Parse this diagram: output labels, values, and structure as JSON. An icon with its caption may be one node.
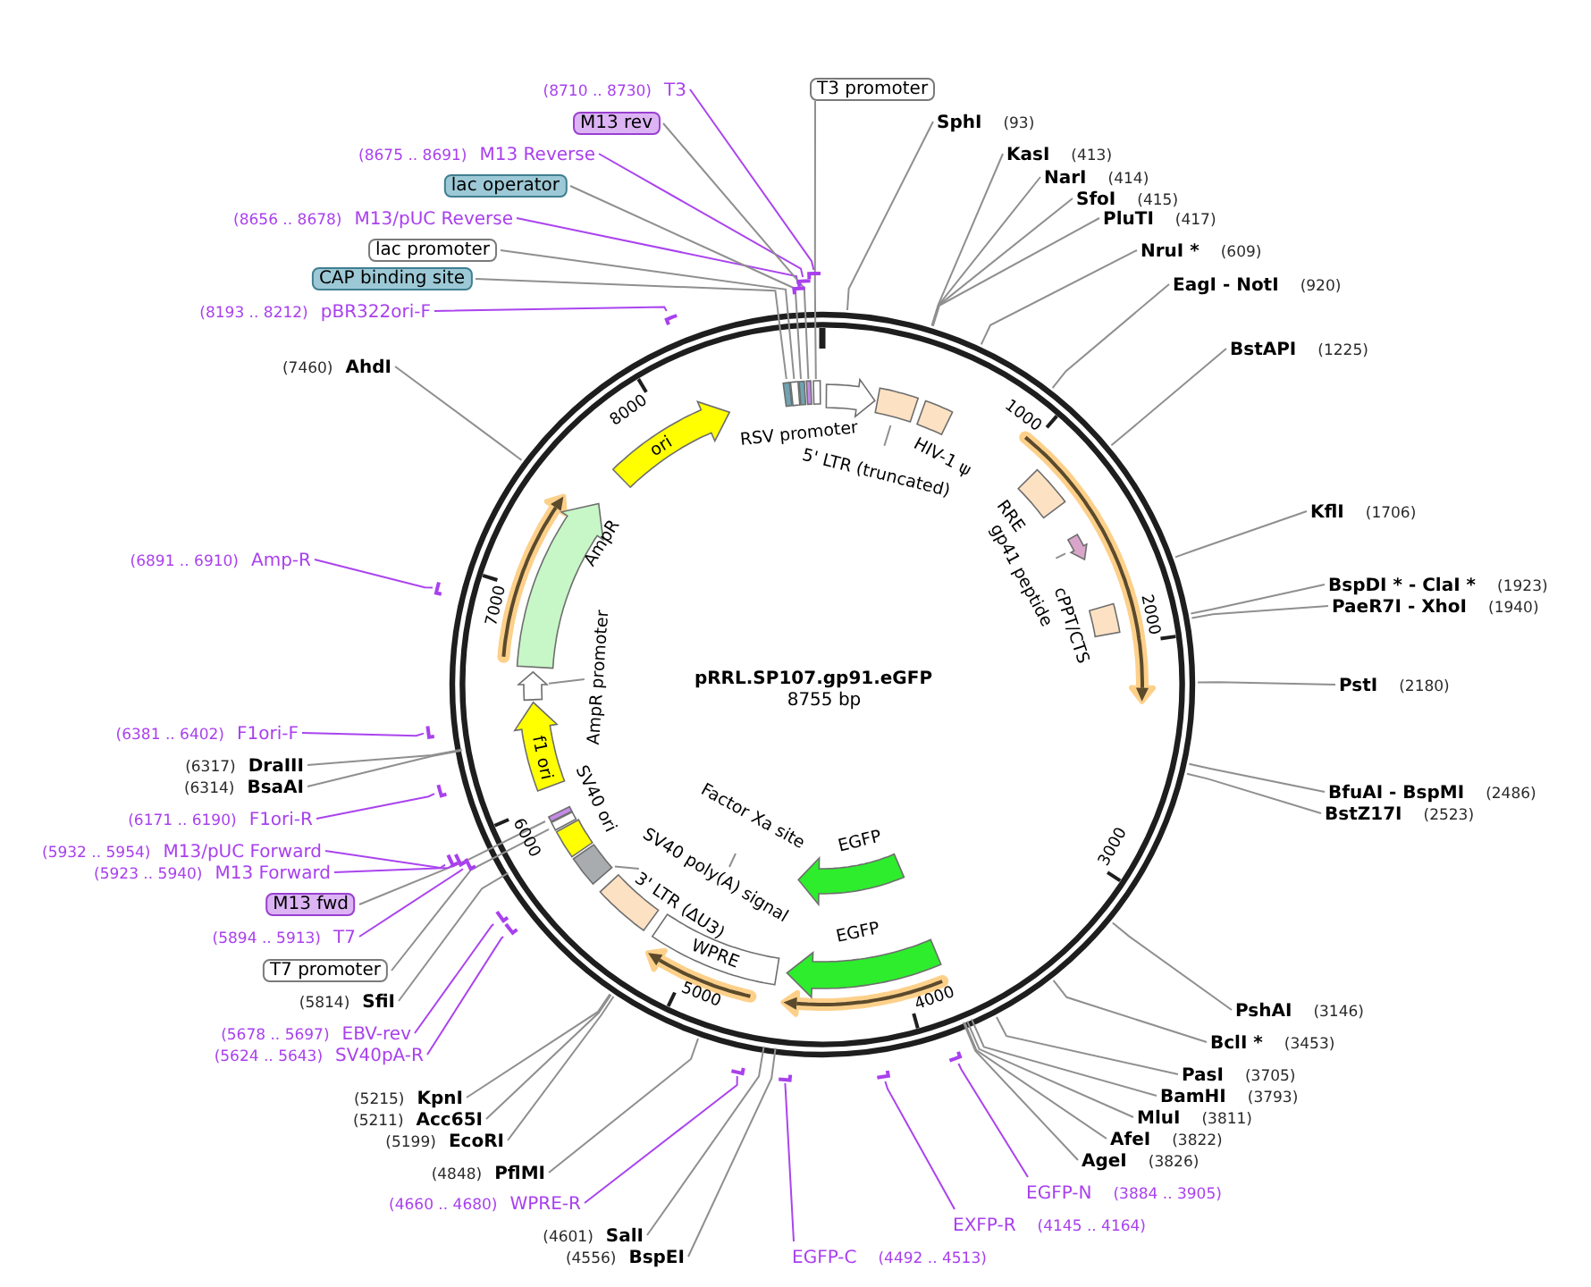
{
  "diagram": {
    "title": "pRRL.SP107.gp91.eGFP",
    "nodes": [
      {
        "text": [
          "T3 promoter"
        ]
      },
      {
        "text": [
          "SphI",
          "(93)"
        ]
      },
      {
        "text": [
          "KasI",
          "(413)"
        ]
      },
      {
        "text": [
          "NarI",
          "(414)"
        ]
      },
      {
        "text": [
          "SfoI",
          "(415)"
        ]
      },
      {
        "text": [
          "PluTI",
          "(417)"
        ]
      },
      {
        "text": [
          "NruI *",
          "(609)"
        ]
      },
      {
        "text": [
          "EagI - NotI",
          "(920)"
        ]
      },
      {
        "text": [
          "BstAPI",
          "(1225)"
        ]
      },
      {
        "text": [
          "KflI",
          "(1706)"
        ]
      },
      {
        "text": [
          "BspDI * - ClaI *",
          "(1923)"
        ]
      },
      {
        "text": [
          "PaeR7I - XhoI",
          "(1940)"
        ]
      },
      {
        "text": [
          "PstI",
          "(2180)"
        ]
      },
      {
        "text": [
          "BfuAI - BspMI",
          "(2486)"
        ]
      },
      {
        "text": [
          "BstZ17I",
          "(2523)"
        ]
      },
      {
        "text": [
          "PshAI",
          "(3146)"
        ]
      },
      {
        "text": [
          "BclI *",
          "(3453)"
        ]
      },
      {
        "text": [
          "PasI",
          "(3705)"
        ]
      },
      {
        "text": [
          "BamHI",
          "(3793)"
        ]
      },
      {
        "text": [
          "MluI",
          "(3811)"
        ]
      },
      {
        "text": [
          "AfeI",
          "(3822)"
        ]
      },
      {
        "text": [
          "AgeI",
          "(3826)"
        ]
      },
      {
        "text": [
          "EGFP-N",
          "(3884 .. 3905)"
        ]
      },
      {
        "text": [
          "EXFP-R",
          "(4145 .. 4164)"
        ]
      },
      {
        "text": [
          "EGFP-C",
          "(4492 .. 4513)"
        ]
      },
      {
        "text": [
          "(4556)",
          "BspEI"
        ]
      },
      {
        "text": [
          "(4601)",
          "SalI"
        ]
      },
      {
        "text": [
          "(4660 .. 4680)",
          "WPRE-R"
        ]
      },
      {
        "text": [
          "(4848)",
          "PflMI"
        ]
      },
      {
        "text": [
          "(5199)",
          "EcoRI"
        ]
      },
      {
        "text": [
          "(5211)",
          "Acc65I"
        ]
      },
      {
        "text": [
          "(5215)",
          "KpnI"
        ]
      },
      {
        "text": [
          "(5624 .. 5643)",
          "SV40pA-R"
        ]
      },
      {
        "text": [
          "(5678 .. 5697)",
          "EBV-rev"
        ]
      },
      {
        "text": [
          "(5814)",
          "SfiI"
        ]
      },
      {
        "text": [
          "T7 promoter"
        ]
      },
      {
        "text": [
          "(5894 .. 5913)",
          "T7"
        ]
      },
      {
        "text": [
          "M13 fwd"
        ]
      },
      {
        "text": [
          "(5923 .. 5940)",
          "M13 Forward"
        ]
      },
      {
        "text": [
          "(5932 .. 5954)",
          "M13/pUC Forward"
        ]
      },
      {
        "text": [
          "(6171 .. 6190)",
          "F1ori-R"
        ]
      },
      {
        "text": [
          "(6314)",
          "BsaAI"
        ]
      },
      {
        "text": [
          "(6317)",
          "DraIII"
        ]
      },
      {
        "text": [
          "(6381 .. 6402)",
          "F1ori-F"
        ]
      },
      {
        "text": [
          "(6891 .. 6910)",
          "Amp-R"
        ]
      },
      {
        "text": [
          "(7460)",
          "AhdI"
        ]
      },
      {
        "text": [
          "(8193 .. 8212)",
          "pBR322ori-F"
        ]
      },
      {
        "text": [
          "CAP binding site"
        ]
      },
      {
        "text": [
          "lac promoter"
        ]
      },
      {
        "text": [
          "(8656 .. 8678)",
          "M13/pUC Reverse"
        ]
      },
      {
        "text": [
          "lac operator"
        ]
      },
      {
        "text": [
          "(8675 .. 8691)",
          "M13 Reverse"
        ]
      },
      {
        "text": [
          "M13 rev"
        ]
      },
      {
        "text": [
          "(8710 .. 8730)",
          "T3"
        ]
      },
      {
        "text": [],
        "shape": "arrow",
        "beside": [
          "RSV promoter"
        ]
      },
      {
        "text": [],
        "shape": "box"
      },
      {
        "text": [],
        "shape": "box",
        "beside": [
          "HIV-1 ψ"
        ]
      },
      {
        "text": [],
        "shape": "box",
        "beside": [
          "RRE"
        ]
      },
      {
        "text": [],
        "shape": "arrow"
      },
      {
        "text": [
          "gp41 peptide"
        ]
      },
      {
        "text": [],
        "shape": "box",
        "beside": [
          "cPPT/CTS"
        ]
      },
      {
        "text": [],
        "shape": "arrow",
        "beside": [
          "EGFP"
        ]
      },
      {
        "text": [
          "Factor Xa site"
        ]
      },
      {
        "text": [],
        "shape": "arrow",
        "beside": [
          "EGFP"
        ]
      },
      {
        "text": [
          "WPRE"
        ]
      },
      {
        "text": [],
        "shape": "box",
        "beside": [
          "3' LTR (ΔU3)"
        ]
      },
      {
        "text": [],
        "shape": "box"
      },
      {
        "text": [
          "SV40 poly(A) signal"
        ]
      },
      {
        "text": [],
        "shape": "box",
        "beside": [
          "SV40 ori"
        ]
      },
      {
        "text": [
          "f1 ori"
        ]
      },
      {
        "text": [],
        "shape": "arrow"
      },
      {
        "text": [
          "AmpR promoter"
        ]
      },
      {
        "text": [],
        "shape": "arrow",
        "beside": [
          "AmpR"
        ]
      },
      {
        "text": [
          "ori"
        ]
      },
      {
        "text": [],
        "shape": "box"
      },
      {
        "text": [],
        "shape": "box"
      },
      {
        "text": [],
        "shape": "box"
      },
      {
        "text": [],
        "shape": "box"
      },
      {
        "text": [],
        "shape": "box"
      },
      {
        "text": [],
        "shape": "box"
      },
      {
        "text": [],
        "shape": "box"
      },
      {
        "text": [
          "5' LTR (truncated)"
        ]
      },
      {
        "text": [],
        "shape": "bar"
      },
      {
        "text": [],
        "shape": "bar"
      },
      {
        "text": [],
        "shape": "bar"
      },
      {
        "text": [],
        "shape": "bar"
      },
      {
        "text": [],
        "shape": "bar"
      },
      {
        "text": [],
        "shape": "bar"
      },
      {
        "text": [],
        "shape": "bar"
      },
      {
        "text": [],
        "shape": "bar"
      },
      {
        "text": [],
        "shape": "bar"
      },
      {
        "text": [],
        "shape": "bar"
      },
      {
        "text": [],
        "shape": "bar"
      },
      {
        "text": [],
        "shape": "bar"
      },
      {
        "text": [],
        "shape": "bar"
      },
      {
        "text": [],
        "shape": "bar"
      },
      {
        "text": [],
        "shape": "bar"
      },
      {
        "text": [],
        "shape": "bar"
      }
    ],
    "edges": [
      {
        "from": 0,
        "to": 74,
        "arrow": "none"
      },
      {
        "from": 1,
        "to": null,
        "arrow": "none"
      },
      {
        "from": 2,
        "to": null,
        "arrow": "none"
      },
      {
        "from": 3,
        "to": null,
        "arrow": "none"
      },
      {
        "from": 4,
        "to": null,
        "arrow": "none"
      },
      {
        "from": 5,
        "to": null,
        "arrow": "none"
      },
      {
        "from": 6,
        "to": null,
        "arrow": "none"
      },
      {
        "from": 7,
        "to": null,
        "arrow": "none"
      },
      {
        "from": 8,
        "to": null,
        "arrow": "none"
      },
      {
        "from": 9,
        "to": null,
        "arrow": "none"
      },
      {
        "from": 10,
        "to": null,
        "arrow": "none"
      },
      {
        "from": 11,
        "to": null,
        "arrow": "none"
      },
      {
        "from": 12,
        "to": null,
        "arrow": "none"
      },
      {
        "from": 13,
        "to": null,
        "arrow": "none"
      },
      {
        "from": 14,
        "to": null,
        "arrow": "none"
      },
      {
        "from": 15,
        "to": null,
        "arrow": "none"
      },
      {
        "from": 16,
        "to": null,
        "arrow": "none"
      },
      {
        "from": 17,
        "to": null,
        "arrow": "none"
      },
      {
        "from": 18,
        "to": null,
        "arrow": "none"
      },
      {
        "from": 19,
        "to": null,
        "arrow": "none"
      },
      {
        "from": 20,
        "to": null,
        "arrow": "none"
      },
      {
        "from": 21,
        "to": null,
        "arrow": "none"
      },
      {
        "from": 22,
        "to": 82,
        "arrow": "none",
        "color": "#aa44ee"
      },
      {
        "from": 23,
        "to": 83,
        "arrow": "none",
        "color": "#aa44ee"
      },
      {
        "from": 24,
        "to": 84,
        "arrow": "none",
        "color": "#aa44ee"
      },
      {
        "from": 25,
        "to": null,
        "arrow": "none"
      },
      {
        "from": 26,
        "to": null,
        "arrow": "none"
      },
      {
        "from": 27,
        "to": 85,
        "arrow": "none",
        "color": "#aa44ee"
      },
      {
        "from": 28,
        "to": null,
        "arrow": "none"
      },
      {
        "from": 29,
        "to": null,
        "arrow": "none"
      },
      {
        "from": 30,
        "to": null,
        "arrow": "none"
      },
      {
        "from": 31,
        "to": null,
        "arrow": "none"
      },
      {
        "from": 32,
        "to": 86,
        "arrow": "none",
        "color": "#aa44ee"
      },
      {
        "from": 33,
        "to": 87,
        "arrow": "none",
        "color": "#aa44ee"
      },
      {
        "from": 34,
        "to": null,
        "arrow": "none"
      },
      {
        "from": 35,
        "to": 79,
        "arrow": "none"
      },
      {
        "from": 36,
        "to": 88,
        "arrow": "none",
        "color": "#aa44ee"
      },
      {
        "from": 37,
        "to": 80,
        "arrow": "none"
      },
      {
        "from": 38,
        "to": 89,
        "arrow": "none",
        "color": "#aa44ee"
      },
      {
        "from": 39,
        "to": 90,
        "arrow": "none",
        "color": "#aa44ee"
      },
      {
        "from": 40,
        "to": 91,
        "arrow": "none",
        "color": "#aa44ee"
      },
      {
        "from": 41,
        "to": null,
        "arrow": "none"
      },
      {
        "from": 42,
        "to": null,
        "arrow": "none"
      },
      {
        "from": 43,
        "to": 92,
        "arrow": "none",
        "color": "#aa44ee"
      },
      {
        "from": 44,
        "to": 93,
        "arrow": "none",
        "color": "#aa44ee"
      },
      {
        "from": 45,
        "to": null,
        "arrow": "none"
      },
      {
        "from": 46,
        "to": 94,
        "arrow": "none",
        "color": "#aa44ee"
      },
      {
        "from": 47,
        "to": 78,
        "arrow": "none"
      },
      {
        "from": 48,
        "to": 77,
        "arrow": "none"
      },
      {
        "from": 49,
        "to": 95,
        "arrow": "none",
        "color": "#aa44ee"
      },
      {
        "from": 50,
        "to": 76,
        "arrow": "none"
      },
      {
        "from": 51,
        "to": 96,
        "arrow": "none",
        "color": "#aa44ee"
      },
      {
        "from": 52,
        "to": 75,
        "arrow": "none"
      },
      {
        "from": 53,
        "to": 97,
        "arrow": "none",
        "color": "#aa44ee"
      },
      {
        "from": 59,
        "to": 58,
        "arrow": "none"
      },
      {
        "from": 62,
        "to": null,
        "arrow": "none"
      },
      {
        "from": 67,
        "to": 66,
        "arrow": "none"
      },
      {
        "from": 71,
        "to": 70,
        "arrow": "none"
      },
      {
        "from": 81,
        "to": 55,
        "arrow": "none"
      }
    ],
    "labels": [
      "8755 bp",
      "1000",
      "2000",
      "3000",
      "4000",
      "5000",
      "6000",
      "7000",
      "8000"
    ]
  }
}
